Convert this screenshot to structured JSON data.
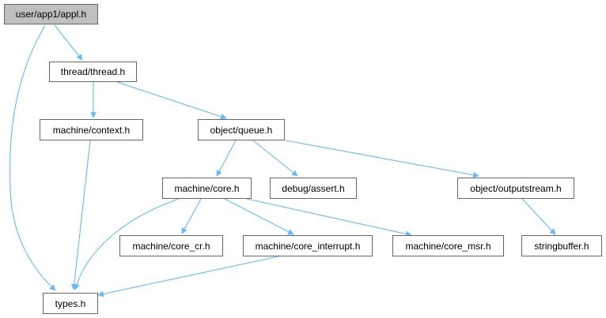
{
  "graph": {
    "edge_color": "#63b8ff",
    "root_fill": "#bfbfbf",
    "nodes": {
      "appl": {
        "label": "user/app1/appl.h",
        "root": true
      },
      "thread": {
        "label": "thread/thread.h"
      },
      "context": {
        "label": "machine/context.h"
      },
      "queue": {
        "label": "object/queue.h"
      },
      "core": {
        "label": "machine/core.h"
      },
      "assert": {
        "label": "debug/assert.h"
      },
      "outputstream": {
        "label": "object/outputstream.h"
      },
      "core_cr": {
        "label": "machine/core_cr.h"
      },
      "core_interrupt": {
        "label": "machine/core_interrupt.h"
      },
      "core_msr": {
        "label": "machine/core_msr.h"
      },
      "stringbuffer": {
        "label": "stringbuffer.h"
      },
      "types": {
        "label": "types.h"
      }
    },
    "edges": [
      {
        "from": "appl",
        "to": "thread"
      },
      {
        "from": "appl",
        "to": "types"
      },
      {
        "from": "thread",
        "to": "context"
      },
      {
        "from": "thread",
        "to": "queue"
      },
      {
        "from": "context",
        "to": "types"
      },
      {
        "from": "queue",
        "to": "core"
      },
      {
        "from": "queue",
        "to": "assert"
      },
      {
        "from": "queue",
        "to": "outputstream"
      },
      {
        "from": "core",
        "to": "types"
      },
      {
        "from": "core",
        "to": "core_cr"
      },
      {
        "from": "core",
        "to": "core_interrupt"
      },
      {
        "from": "core",
        "to": "core_msr"
      },
      {
        "from": "core_interrupt",
        "to": "types"
      },
      {
        "from": "outputstream",
        "to": "stringbuffer"
      }
    ]
  }
}
